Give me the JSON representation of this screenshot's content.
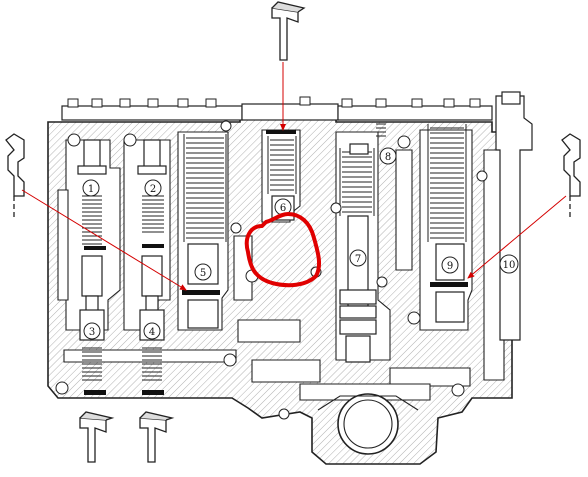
{
  "valves": [
    {
      "id": "valve-1",
      "label": "1"
    },
    {
      "id": "valve-2",
      "label": "2"
    },
    {
      "id": "valve-3",
      "label": "3"
    },
    {
      "id": "valve-4",
      "label": "4"
    },
    {
      "id": "valve-5",
      "label": "5"
    },
    {
      "id": "valve-6",
      "label": "6"
    },
    {
      "id": "valve-7",
      "label": "7"
    },
    {
      "id": "valve-8",
      "label": "8"
    },
    {
      "id": "valve-9",
      "label": "9"
    },
    {
      "id": "valve-10",
      "label": "10"
    }
  ],
  "colors": {
    "line": "#222222",
    "hatch": "#9a9a9a",
    "highlight": "#e00000",
    "arrow": "#d40000",
    "body": "#ffffff"
  }
}
